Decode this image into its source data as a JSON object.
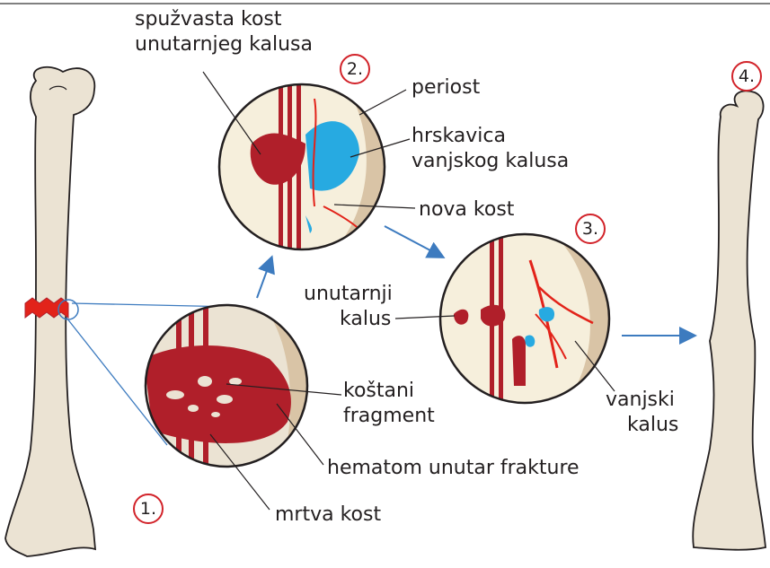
{
  "steps": [
    {
      "number": "1."
    },
    {
      "number": "2."
    },
    {
      "number": "3."
    },
    {
      "number": "4."
    }
  ],
  "labels": {
    "spongy_bone": [
      "spužvasta kost",
      "unutarnjeg kalusa"
    ],
    "periosteum": "periost",
    "cartilage": [
      "hrskavica",
      "vanjskog kalusa"
    ],
    "new_bone": "nova kost",
    "internal_callus": [
      "unutarnji",
      "kalus"
    ],
    "bone_fragment": [
      "koštani",
      "fragment"
    ],
    "hematoma": "hematom unutar frakture",
    "dead_bone": "mrtva kost",
    "external_callus": [
      "vanjski",
      "kalus"
    ]
  },
  "colors": {
    "bone": "#ebe3d3",
    "bone_outline": "#231f20",
    "hematoma": "#b01f2a",
    "vessel": "#e2231a",
    "cartilage": "#27aae1",
    "arrow": "#3d7bbf",
    "badge_ring": "#d2232a"
  }
}
